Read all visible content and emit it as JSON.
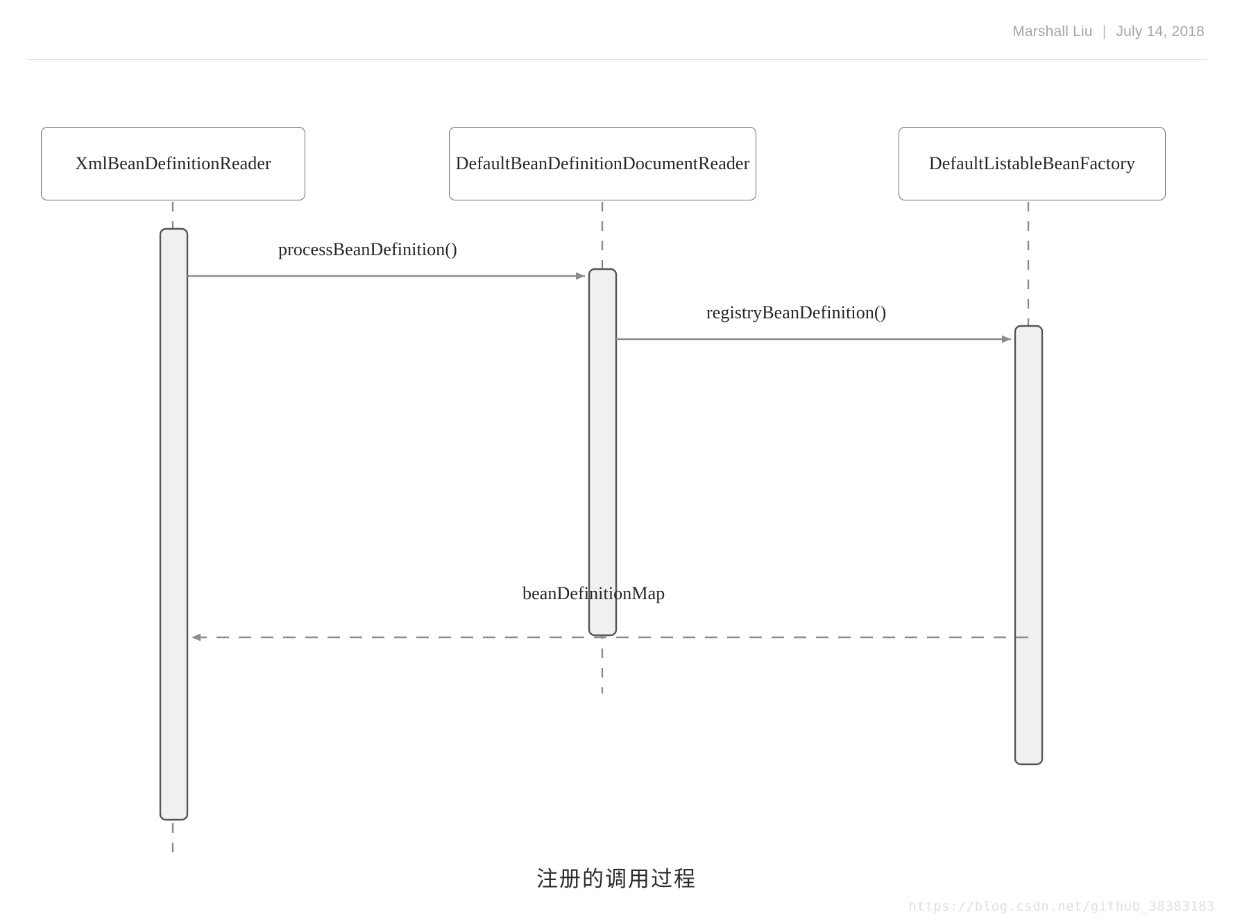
{
  "header": {
    "author": "Marshall Liu",
    "separator": "|",
    "date": "July 14, 2018"
  },
  "diagram": {
    "type": "uml-sequence-diagram",
    "caption": "注册的调用过程",
    "participants": [
      {
        "id": "p1",
        "label": "XmlBeanDefinitionReader"
      },
      {
        "id": "p2",
        "label": "DefaultBeanDefinitionDocumentReader"
      },
      {
        "id": "p3",
        "label": "DefaultListableBeanFactory"
      }
    ],
    "messages": [
      {
        "id": "m1",
        "label": "processBeanDefinition()",
        "from": "p1",
        "to": "p2",
        "style": "solid",
        "direction": "right"
      },
      {
        "id": "m2",
        "label": "registryBeanDefinition()",
        "from": "p2",
        "to": "p3",
        "style": "solid",
        "direction": "right"
      },
      {
        "id": "m3",
        "label": "beanDefinitionMap",
        "from": "p3",
        "to": "p1",
        "style": "dashed",
        "direction": "left"
      }
    ],
    "colors": {
      "box_border": "#6e6e6e",
      "box_fill": "#ffffff",
      "activation_fill": "#f0f0f0",
      "activation_border": "#555555",
      "lifeline": "#8c8c8c",
      "arrow": "#8c8c8c",
      "text": "#262626"
    }
  },
  "watermark": {
    "url": "https://blog.csdn.net/github_38383183"
  }
}
